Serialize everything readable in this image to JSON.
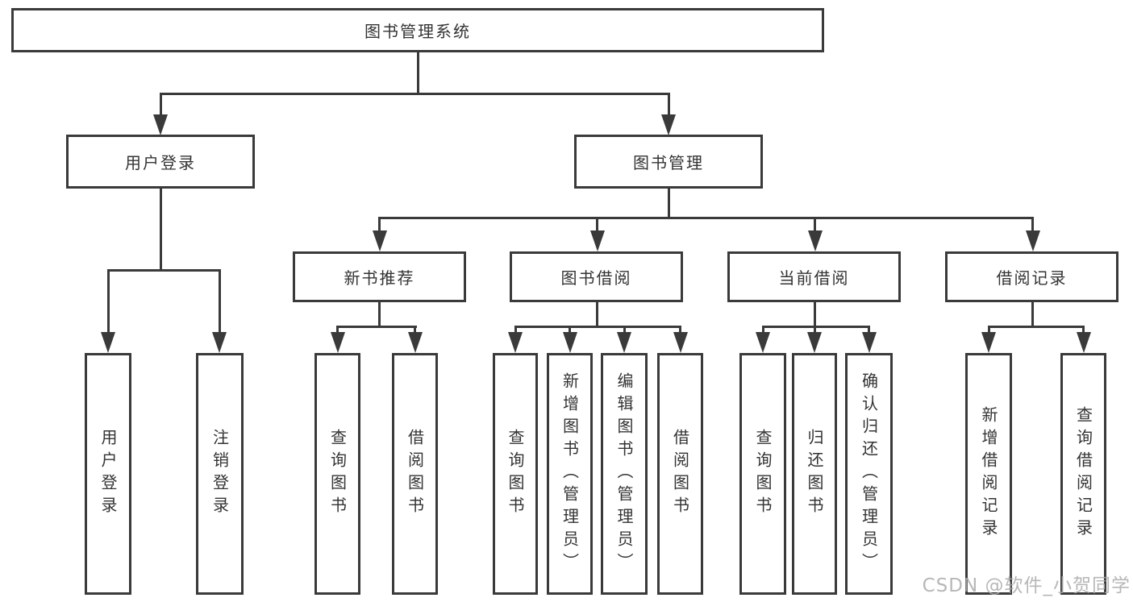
{
  "tree": {
    "label": "图书管理系统",
    "children": [
      {
        "label": "用户登录",
        "children": [
          {
            "label": "用户登录"
          },
          {
            "label": "注销登录"
          }
        ]
      },
      {
        "label": "图书管理",
        "children": [
          {
            "label": "新书推荐",
            "children": [
              {
                "label": "查询图书"
              },
              {
                "label": "借阅图书"
              }
            ]
          },
          {
            "label": "图书借阅",
            "children": [
              {
                "label": "查询图书"
              },
              {
                "label": "新增图书（管理员）"
              },
              {
                "label": "编辑图书（管理员）"
              },
              {
                "label": "借阅图书"
              }
            ]
          },
          {
            "label": "当前借阅",
            "children": [
              {
                "label": "查询图书"
              },
              {
                "label": "归还图书"
              },
              {
                "label": "确认归还（管理员）"
              }
            ]
          },
          {
            "label": "借阅记录",
            "children": [
              {
                "label": "新增借阅记录"
              },
              {
                "label": "查询借阅记录"
              }
            ]
          }
        ]
      }
    ]
  },
  "watermark": {
    "text": "CSDN @软件_小贺同学"
  },
  "colors": {
    "line": "#3a3a3a",
    "text": "#333333",
    "background": "#ffffff",
    "watermark": "#aaaaaa"
  }
}
